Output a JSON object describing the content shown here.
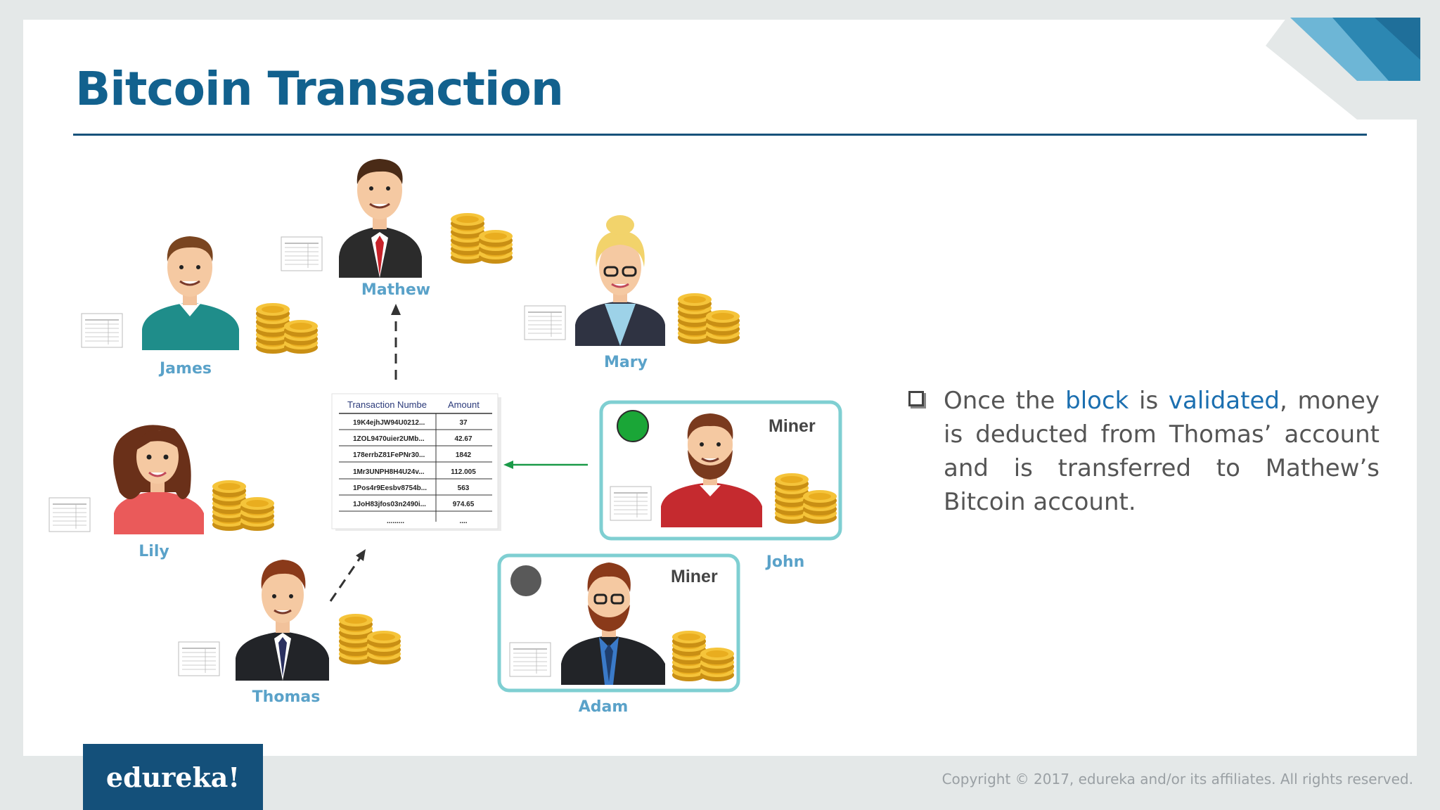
{
  "slide": {
    "title": "Bitcoin Transaction"
  },
  "people": {
    "mathew": "Mathew",
    "james": "James",
    "mary": "Mary",
    "lily": "Lily",
    "thomas": "Thomas",
    "john": "John",
    "adam": "Adam"
  },
  "miners": {
    "john_label": "Miner",
    "adam_label": "Miner",
    "john_status_color": "#1aa637",
    "adam_status_color": "#595959"
  },
  "block_table": {
    "headers": [
      "Transaction Numbe",
      "Amount"
    ],
    "rows": [
      [
        "19K4ejhJW94U0212...",
        "37"
      ],
      [
        "1ZOL9470uier2UMb...",
        "42.67"
      ],
      [
        "178errbZ81FePNr30...",
        "1842"
      ],
      [
        "1Mr3UNPH8H4U24v...",
        "112.005"
      ],
      [
        "1Pos4r9Eesbv8754b...",
        "563"
      ],
      [
        "1JoH83jfos03n2490i...",
        "974.65"
      ],
      [
        ".........",
        "...."
      ]
    ]
  },
  "bullet": {
    "prefix": "Once the ",
    "word_block": "block",
    "mid": " is ",
    "word_validated": "validated",
    "suffix": ", money is deducted from Thomas’ account and is transferred to Mathew’s Bitcoin account."
  },
  "footer": {
    "logo": "edureka!",
    "copyright": "Copyright © 2017, edureka and/or its affiliates. All rights reserved."
  },
  "colors": {
    "title": "#12618e",
    "name_label": "#5aa2c9",
    "miner_frame": "#7fcfd2",
    "accent": "#1b6fb0",
    "logo_bg": "#14507a"
  }
}
